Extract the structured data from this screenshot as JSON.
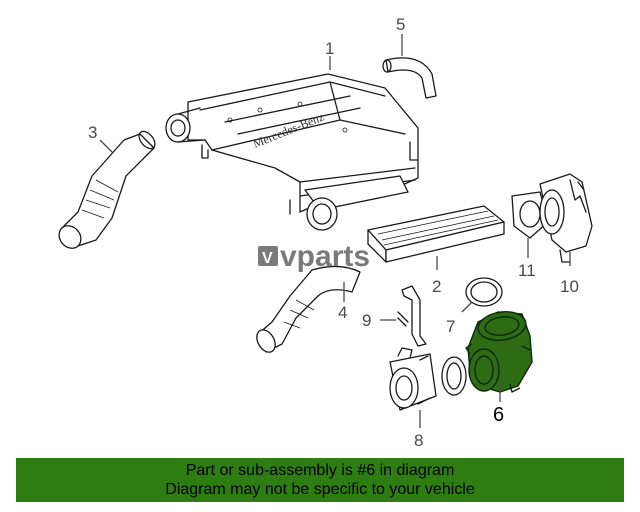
{
  "callouts": {
    "c1": "1",
    "c2": "2",
    "c3": "3",
    "c4": "4",
    "c5": "5",
    "c6": "6",
    "c7": "7",
    "c8": "8",
    "c9": "9",
    "c10": "10",
    "c11": "11"
  },
  "emboss_text": "Mercedes-Benz",
  "watermark": {
    "text": "vparts",
    "mark": "V"
  },
  "banner": {
    "line1": "Part or sub-assembly is #6 in diagram",
    "line2": "Diagram may not be specific to your vehicle"
  },
  "colors": {
    "highlight_part": "#2d6b14",
    "banner_bg": "#2e7d12"
  }
}
